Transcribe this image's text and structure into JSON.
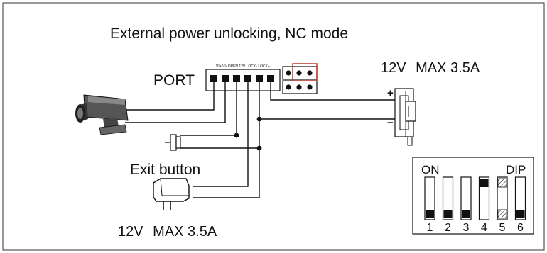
{
  "title": "External power unlocking, NC mode",
  "port": {
    "label": "PORT",
    "pin_labels": "VI+ VI- OPEN 12V LOCK- LOCK+"
  },
  "lock": {
    "rating_voltage": "12V",
    "rating_current": "MAX 3.5A",
    "plus": "+",
    "minus": "−"
  },
  "exit_button": {
    "label": "Exit button"
  },
  "power_supply": {
    "rating_voltage": "12V",
    "rating_current": "MAX 3.5A"
  },
  "dip_switch": {
    "on_label": "ON",
    "dip_label": "DIP",
    "switches": [
      {
        "number": "1",
        "state": "off"
      },
      {
        "number": "2",
        "state": "off"
      },
      {
        "number": "3",
        "state": "off"
      },
      {
        "number": "4",
        "state": "on"
      },
      {
        "number": "5",
        "state": "either"
      },
      {
        "number": "6",
        "state": "off"
      }
    ]
  },
  "colors": {
    "line": "#111111",
    "highlight": "#c0392b"
  },
  "icons": [
    "camera-icon",
    "exit-button-icon",
    "power-adapter-icon",
    "electric-lock-icon",
    "jumper-block-icon"
  ]
}
